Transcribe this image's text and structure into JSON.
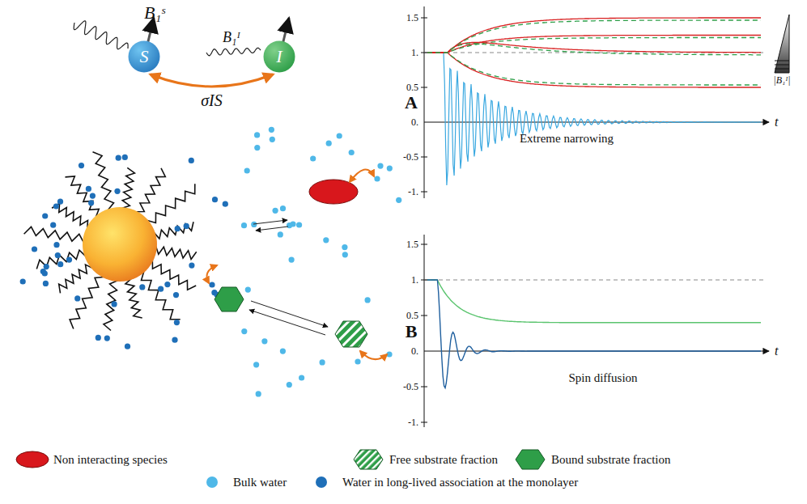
{
  "diagram": {
    "nodes": [
      {
        "text": [
          "S"
        ]
      },
      {
        "text": [
          "I"
        ]
      }
    ],
    "edges": [
      {
        "from": 0,
        "to": 1,
        "arrow": "both",
        "label": "σIS"
      }
    ],
    "labels": [
      "B₁ˢ",
      "B₁ᴵ",
      "A",
      "1.5",
      "1.",
      "0.5",
      "0.",
      "-0.5",
      "-1.",
      "t",
      "Extreme narrowing",
      "|B₁ᴵ|",
      "B",
      "1.5",
      "1.",
      "0.5",
      "0.",
      "-0.5",
      "-1.",
      "t",
      "Spin diffusion"
    ],
    "legend": [
      {
        "text": "Non interacting species",
        "color": "#d8171c"
      },
      {
        "text": "Free substrate fraction"
      },
      {
        "text": "Bound substrate fraction",
        "color": "#2e9e48"
      },
      {
        "text": "Bulk water",
        "color": "#4fb8e8"
      },
      {
        "text": "Water in long-lived association at the monolayer",
        "color": "#1f6fb8"
      }
    ]
  }
}
